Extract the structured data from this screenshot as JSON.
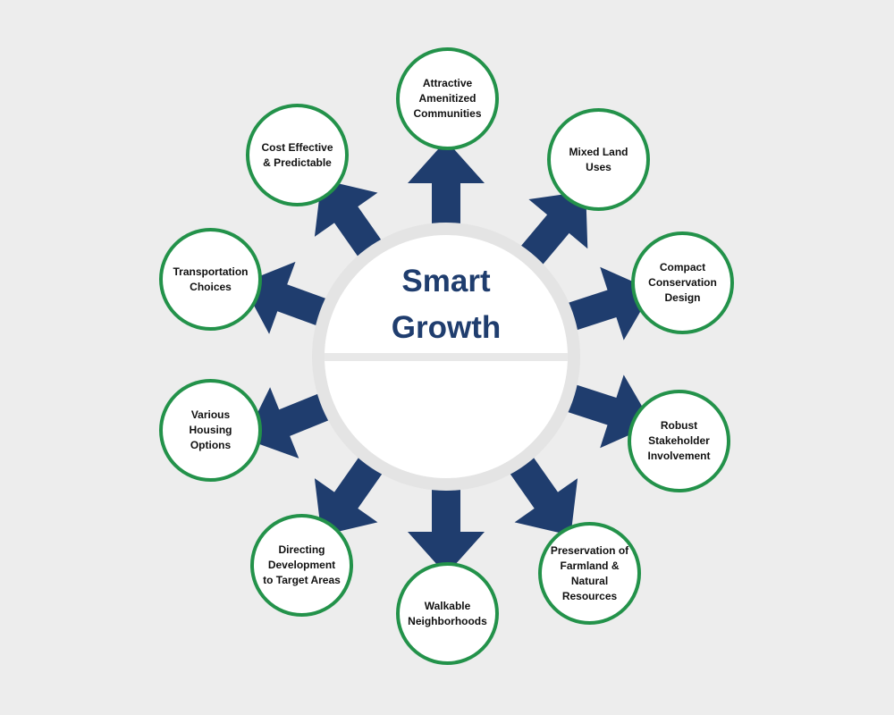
{
  "center": {
    "line1": "Smart",
    "line2": "Growth"
  },
  "colors": {
    "arrow": "#1f3d6e",
    "node_border": "#23924a",
    "background": "#ededed",
    "title": "#1f3d6e"
  },
  "nodes": [
    {
      "id": "attractive-amenitized-communities",
      "label": "Attractive Amenitized Communities"
    },
    {
      "id": "mixed-land-uses",
      "label": "Mixed Land Uses"
    },
    {
      "id": "compact-conservation-design",
      "label": "Compact Conservation Design"
    },
    {
      "id": "robust-stakeholder-involvement",
      "label": "Robust Stakeholder Involvement"
    },
    {
      "id": "preservation-of-farmland",
      "label": "Preservation of Farmland & Natural Resources"
    },
    {
      "id": "walkable-neighborhoods",
      "label": "Walkable Neighborhoods"
    },
    {
      "id": "directing-development",
      "label": "Directing Development to Target Areas"
    },
    {
      "id": "various-housing-options",
      "label": "Various Housing Options"
    },
    {
      "id": "transportation-choices",
      "label": "Transportation Choices"
    },
    {
      "id": "cost-effective-predictable",
      "label": "Cost Effective & Predictable"
    }
  ]
}
